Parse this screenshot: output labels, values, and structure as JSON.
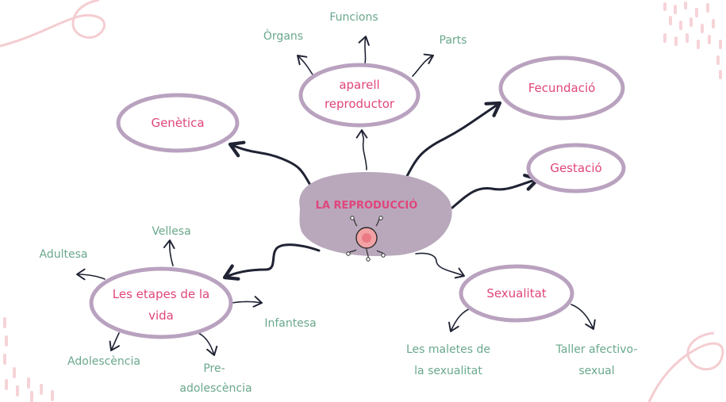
{
  "center": {
    "label": "LA REPRODUCCIÓ"
  },
  "nodes": {
    "aparell": {
      "line1": "aparell",
      "line2": "reproductor"
    },
    "genetica": {
      "label": "Genètica"
    },
    "fecundacio": {
      "label": "Fecundació"
    },
    "gestacio": {
      "label": "Gestació"
    },
    "etapes": {
      "line1": "Les etapes de la",
      "line2": "vida"
    },
    "sexualitat": {
      "label": "Sexualitat"
    }
  },
  "leaves": {
    "organs": "Òrgans",
    "funcions": "Funcions",
    "parts": "Parts",
    "vellesa": "Vellesa",
    "adultesa": "Adultesa",
    "infantesa": "Infantesa",
    "adolescencia": "Adolescència",
    "preadolescencia_1": "Pre-",
    "preadolescencia_2": "adolescència",
    "maletes_1": "Les maletes de",
    "maletes_2": "la sexualitat",
    "taller_1": "Taller afectivo-",
    "taller_2": "sexual"
  },
  "colors": {
    "pink_text": "#e0457b",
    "green_text": "#6aa88c",
    "node_border": "#b9a2bf",
    "center_fill": "#b9a8bc",
    "arrow": "#1f2333",
    "decoration": "#f4cdd1"
  }
}
